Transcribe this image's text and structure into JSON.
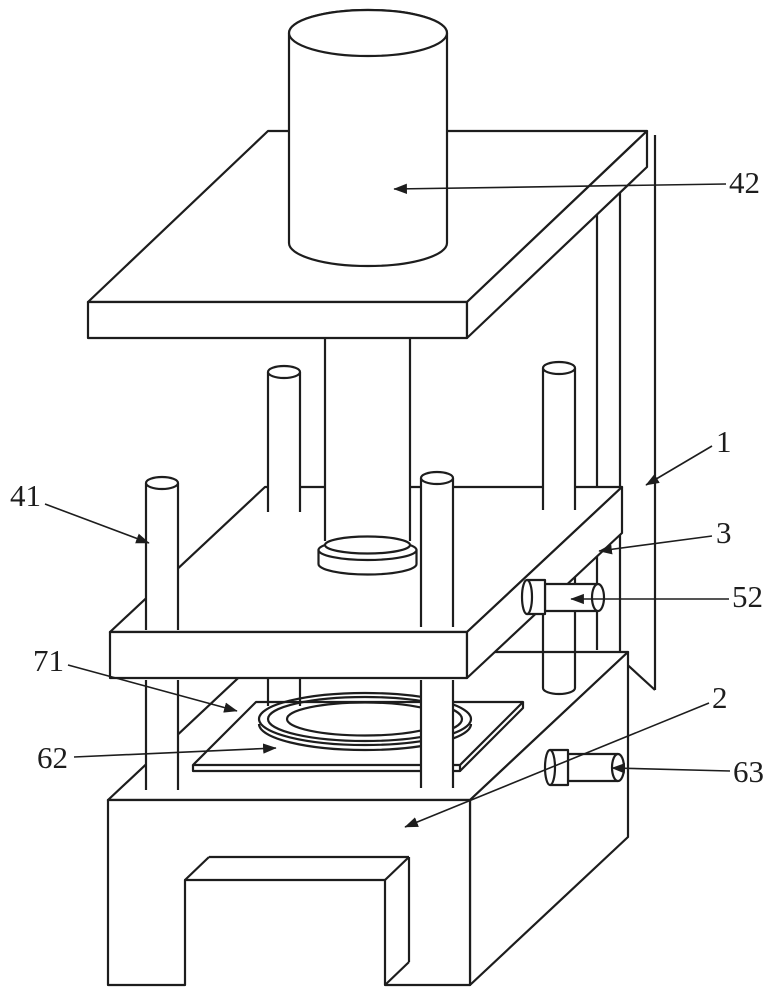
{
  "theme": {
    "background": "#ffffff",
    "line_color": "#1d1d1d",
    "label_color": "#1d1d1d"
  },
  "figure": {
    "type": "patent-line-drawing"
  },
  "labels": [
    {
      "id": "42",
      "text": "42"
    },
    {
      "id": "1",
      "text": "1"
    },
    {
      "id": "41",
      "text": "41"
    },
    {
      "id": "3",
      "text": "3"
    },
    {
      "id": "52",
      "text": "52"
    },
    {
      "id": "71",
      "text": "71"
    },
    {
      "id": "2",
      "text": "2"
    },
    {
      "id": "62",
      "text": "62"
    },
    {
      "id": "63",
      "text": "63"
    }
  ]
}
